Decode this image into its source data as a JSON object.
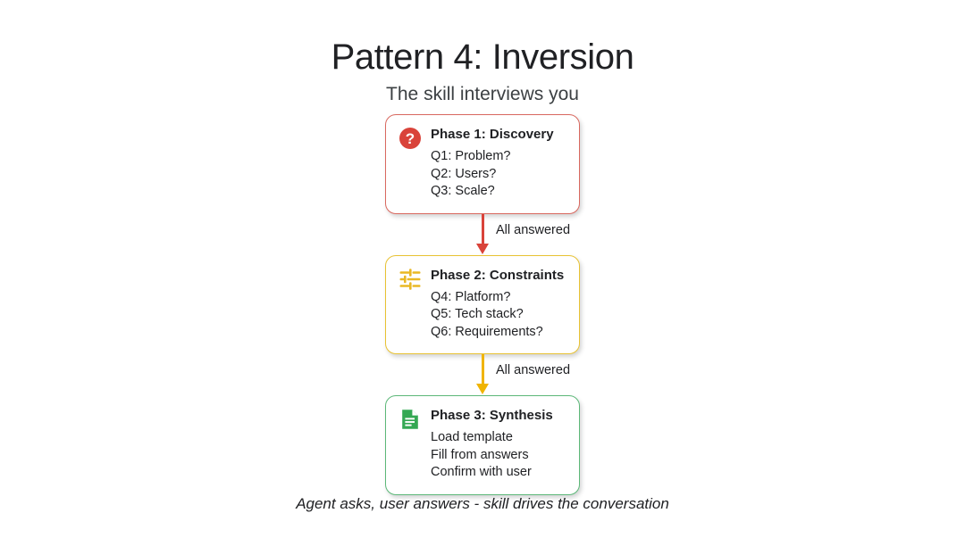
{
  "header": {
    "title": "Pattern 4: Inversion",
    "subtitle": "The skill interviews you"
  },
  "flow": {
    "phases": [
      {
        "icon": "question-mark-circle-icon",
        "accent": "#d9433a",
        "border": "#d9685f",
        "heading": "Phase 1: Discovery",
        "lines": [
          "Q1: Problem?",
          "Q2: Users?",
          "Q3: Scale?"
        ]
      },
      {
        "icon": "tune-sliders-icon",
        "accent": "#f0b400",
        "border": "#e8c233",
        "heading": "Phase 2: Constraints",
        "lines": [
          "Q4: Platform?",
          "Q5: Tech stack?",
          "Q6: Requirements?"
        ]
      },
      {
        "icon": "document-icon",
        "accent": "#34a853",
        "border": "#5cb878",
        "heading": "Phase 3: Synthesis",
        "lines": [
          "Load template",
          "Fill from answers",
          "Confirm with user"
        ]
      }
    ],
    "connectors": [
      {
        "label": "All answered",
        "color": "#d9433a"
      },
      {
        "label": "All answered",
        "color": "#f0b400"
      }
    ]
  },
  "footer": {
    "caption": "Agent asks, user answers - skill drives the conversation"
  }
}
